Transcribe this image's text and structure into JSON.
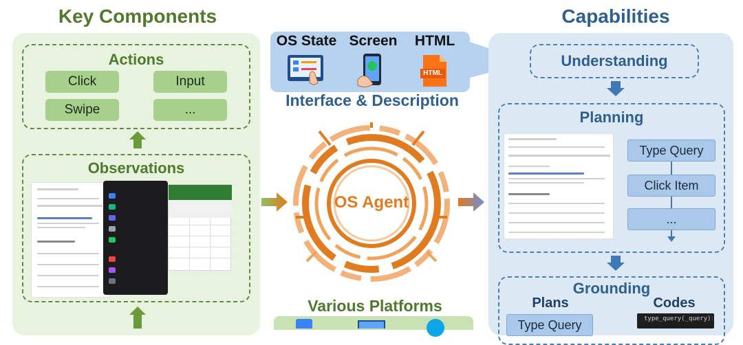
{
  "left": {
    "title": "Key Components",
    "actions": {
      "title": "Actions",
      "buttons": [
        "Click",
        "Input",
        "Swipe",
        "..."
      ]
    },
    "observations": {
      "title": "Observations"
    }
  },
  "middle": {
    "interface": {
      "labels": [
        "OS State",
        "Screen",
        "HTML"
      ],
      "html_badge": "HTML",
      "caption": "Interface & Description"
    },
    "agent_label": "OS Agent",
    "platforms_title": "Various Platforms"
  },
  "right": {
    "title": "Capabilities",
    "understanding": "Understanding",
    "planning": {
      "title": "Planning",
      "steps": [
        "Type Query",
        "Click Item",
        "..."
      ]
    },
    "grounding": {
      "title": "Grounding",
      "plans_label": "Plans",
      "codes_label": "Codes",
      "plan_item": "Type Query",
      "code_line": "type_query(_query):"
    }
  },
  "colors": {
    "green_title": "#4f7a2d",
    "blue_title": "#2f5f8f",
    "agent_orange": "#e07b1f"
  }
}
